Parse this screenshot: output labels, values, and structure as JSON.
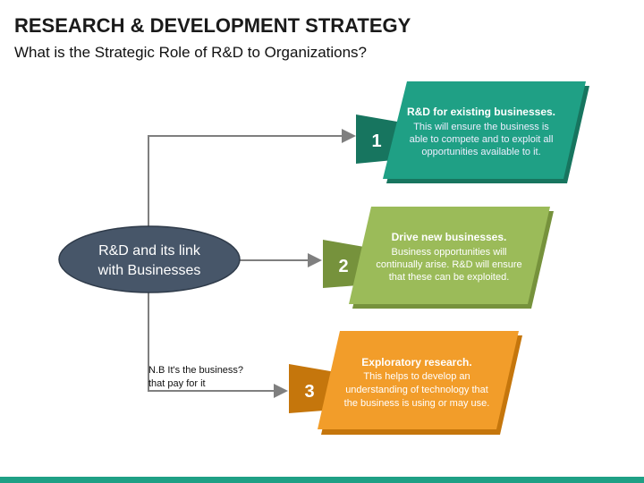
{
  "title": "RESEARCH & DEVELOPMENT STRATEGY",
  "subtitle": "What is the Strategic Role of R&D to Organizations?",
  "center_node": {
    "line1": "R&D and its link",
    "line2": "with Businesses"
  },
  "note": {
    "line1": "N.B It's the business?",
    "line2": "that pay for it"
  },
  "colors": {
    "teal": "#1fa085",
    "teal_dark": "#17755f",
    "green": "#9bbb59",
    "green_dark": "#76923c",
    "orange": "#f29d2a",
    "orange_dark": "#c5760c",
    "node": "#475669"
  },
  "cards": [
    {
      "number": "1",
      "heading": "R&D for existing businesses.",
      "lines": [
        "This will ensure the business is",
        "able to compete and to exploit all",
        "opportunities available to it."
      ]
    },
    {
      "number": "2",
      "heading": "Drive new businesses.",
      "lines": [
        "Business opportunities will",
        "continually arise. R&D will ensure",
        "that these can be exploited."
      ]
    },
    {
      "number": "3",
      "heading": "Exploratory research.",
      "lines": [
        "This helps to develop an",
        "understanding of technology that",
        "the business is using or may use."
      ]
    }
  ]
}
